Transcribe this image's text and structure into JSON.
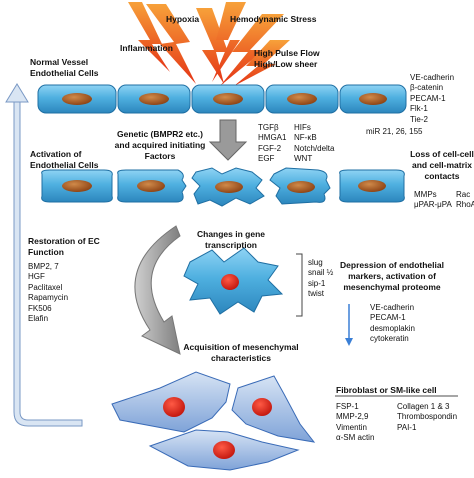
{
  "stimuli": {
    "hypoxia": "Hypoxia",
    "hemodynamic": "Hemodynamic Stress",
    "inflammation": "Inflammation",
    "pulse": "High Pulse Flow",
    "sheer": "High/Low sheer"
  },
  "labels": {
    "normal": [
      "Normal Vessel",
      "Endothelial Cells"
    ],
    "activation": [
      "Activation of",
      "Endothelial Cells"
    ],
    "genetic": [
      "Genetic (BMPR2 etc.)",
      "and acquired initiating",
      "Factors"
    ],
    "loss": [
      "Loss of cell-cell",
      "and cell-matrix",
      "contacts"
    ],
    "changes": [
      "Changes in gene",
      "transcription"
    ],
    "depression": [
      "Depression of endothelial",
      "markers, activation of",
      "mesenchymal proteome"
    ],
    "restoration": [
      "Restoration of EC",
      "Function"
    ],
    "acquisition": [
      "Acquisition of mesenchymal",
      "characteristics"
    ],
    "fibroblast": "Fibroblast or SM-like cell"
  },
  "lists": {
    "ec_markers": [
      "VE-cadherin",
      "β-catenin",
      "PECAM-1",
      "Flk-1",
      "Tie-2"
    ],
    "factors_a": [
      "TGFβ",
      "HMGA1",
      "FGF-2",
      "EGF"
    ],
    "factors_b": [
      "HIFs",
      "NF-κB",
      "Notch/delta",
      "WNT"
    ],
    "mirna": "miR 21, 26, 155",
    "mmps": [
      "MMPs",
      "μPAR-μPA"
    ],
    "rac": [
      "Rac",
      "RhoA"
    ],
    "transcription_factors": [
      "slug",
      "snail ½",
      "sip-1",
      "twist"
    ],
    "depressed_markers": [
      "VE-cadherin",
      "PECAM-1",
      "desmoplakin",
      "cytokeratin"
    ],
    "therapies": [
      "BMP2, 7",
      "HGF",
      "Paclitaxel",
      "Rapamycin",
      "FK506",
      "Elafin"
    ],
    "mesenchymal_a": [
      "FSP-1",
      "MMP-2,9",
      "Vimentin",
      "α-SM actin"
    ],
    "mesenchymal_b": [
      "Collagen 1 & 3",
      "Thrombospondin",
      "PAI-1"
    ]
  },
  "colors": {
    "cell_fill": "#4fb0e0",
    "cell_dark": "#2c86bd",
    "nucleus": "#a0521c",
    "nucleus_red": "#dd2418",
    "bolt": "#e43415",
    "bolt_light": "#f7a13a",
    "arrow_gray": "#8f8f8f",
    "return_arrow": "#d9e5f3",
    "return_stroke": "#7a99c5",
    "mesen_fill": "#a9c1e4",
    "mesen_dark": "#3a6bb7",
    "blue_arrow": "#3a7fd6"
  }
}
